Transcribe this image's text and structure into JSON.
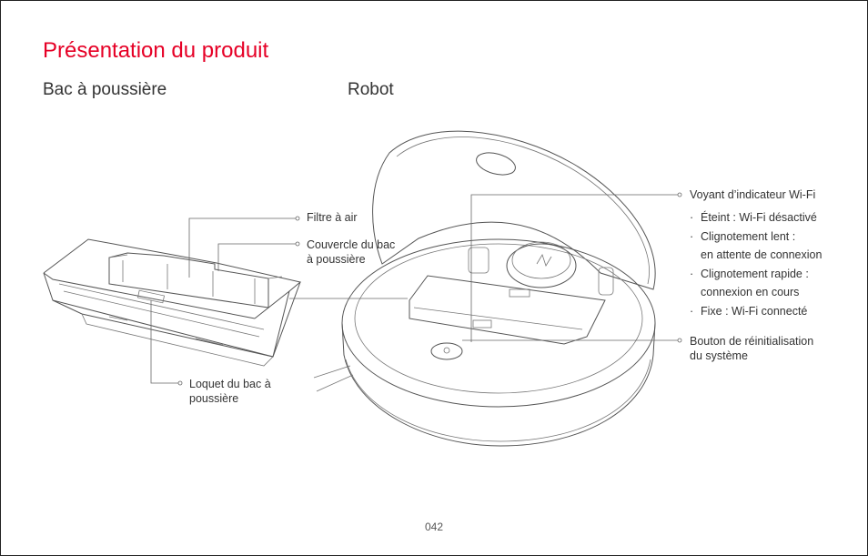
{
  "page": {
    "title": "Présentation du produit",
    "page_number": "042"
  },
  "sections": {
    "dustbin": "Bac à poussière",
    "robot": "Robot"
  },
  "dustbin_labels": {
    "air_filter": "Filtre à air",
    "lid_line1": "Couvercle du bac",
    "lid_line2": "à poussière",
    "latch_line1": "Loquet du bac à",
    "latch_line2": "poussière"
  },
  "robot_labels": {
    "wifi_title": "Voyant d’indicateur Wi-Fi",
    "wifi_states": [
      "Éteint : Wi-Fi désactivé",
      "Clignotement lent :",
      "en attente de connexion",
      "Clignotement rapide :",
      "connexion en cours",
      "Fixe : Wi-Fi connecté"
    ],
    "reset_line1": "Bouton de réinitialisation",
    "reset_line2": "du système"
  },
  "colors": {
    "title": "#e60026",
    "text": "#333333",
    "lines": "#555555"
  }
}
